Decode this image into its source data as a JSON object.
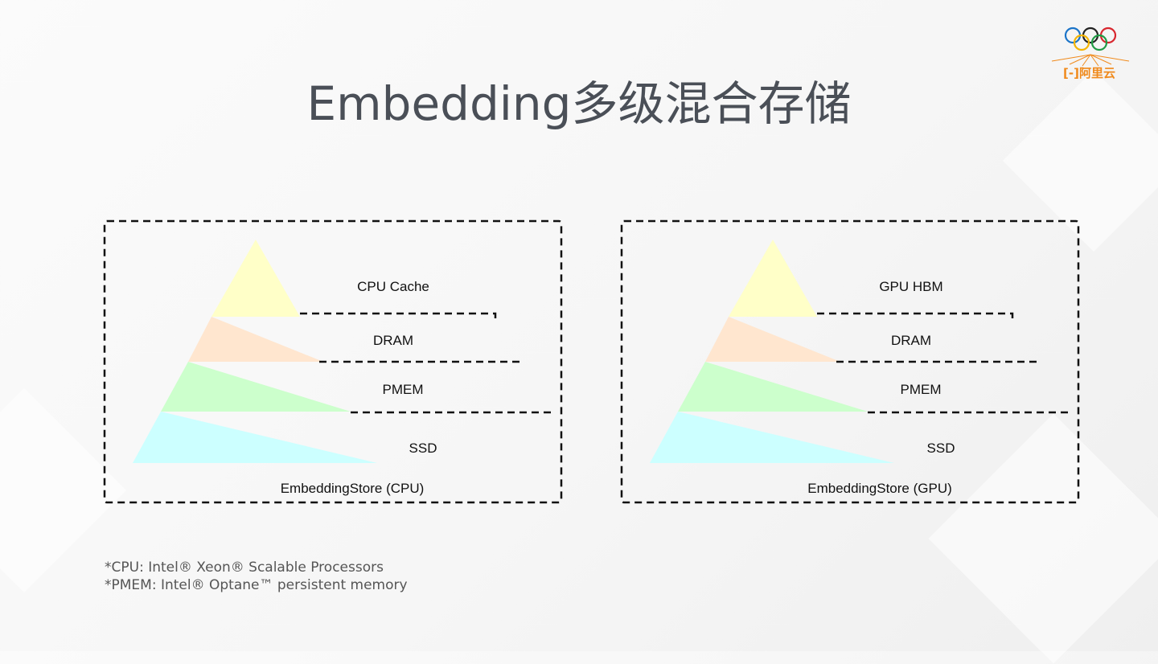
{
  "title": "Embedding多级混合存储",
  "logo": {
    "text": "阿里云"
  },
  "diagrams": [
    {
      "caption": "EmbeddingStore (CPU)",
      "tiers": [
        {
          "label": "CPU Cache",
          "color": "#ffffc8"
        },
        {
          "label": "DRAM",
          "color": "#ffe6cf"
        },
        {
          "label": "PMEM",
          "color": "#ccffcc"
        },
        {
          "label": "SSD",
          "color": "#ccffff"
        }
      ]
    },
    {
      "caption": "EmbeddingStore (GPU)",
      "tiers": [
        {
          "label": "GPU HBM",
          "color": "#ffffc8"
        },
        {
          "label": "DRAM",
          "color": "#ffe6cf"
        },
        {
          "label": "PMEM",
          "color": "#ccffcc"
        },
        {
          "label": "SSD",
          "color": "#ccffff"
        }
      ]
    }
  ],
  "footnotes": [
    "*CPU: Intel® Xeon® Scalable Processors",
    "*PMEM: Intel® Optane™ persistent memory"
  ]
}
